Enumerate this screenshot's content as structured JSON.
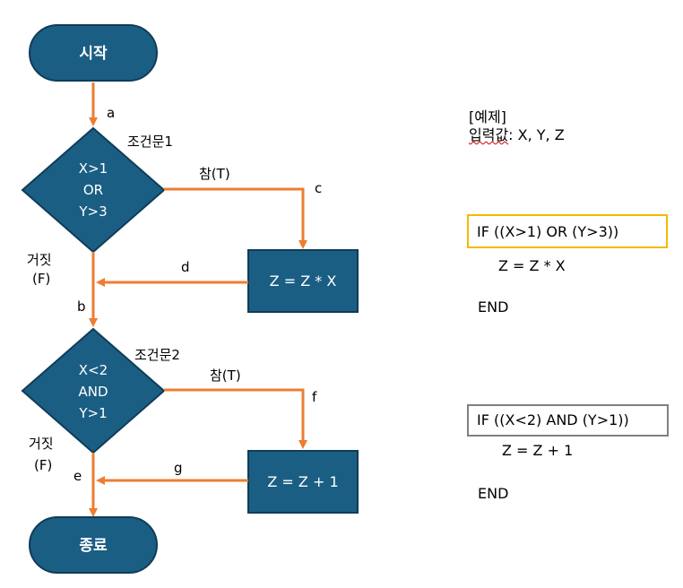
{
  "flowchart": {
    "start": "시작",
    "end": "종료",
    "decision1": {
      "title": "조건문1",
      "lines": [
        "X>1",
        "OR",
        "Y>3"
      ]
    },
    "decision2": {
      "title": "조건문2",
      "lines": [
        "X<2",
        "AND",
        "Y>1"
      ]
    },
    "process1": "Z = Z * X",
    "process2": "Z = Z + 1",
    "true_label": "참(T)",
    "false_label_line1": "거짓",
    "false_label_line2": "(F)",
    "edges": {
      "a": "a",
      "b": "b",
      "c": "c",
      "d": "d",
      "e": "e",
      "f": "f",
      "g": "g"
    }
  },
  "example": {
    "title": "[예제]",
    "input_label": "입력값",
    "input_values": ": X, Y, Z",
    "block1": {
      "condition": "IF ((X>1) OR (Y>3))",
      "statement": "Z = Z * X",
      "end": "END"
    },
    "block2": {
      "condition": "IF ((X<2) AND (Y>1))",
      "statement": "Z = Z + 1",
      "end": "END"
    }
  },
  "colors": {
    "shape_fill": "#1b5e84",
    "shape_stroke": "#0f3c58",
    "arrow": "#ed7d31",
    "box1_border": "#f5b800",
    "box2_border": "#808080"
  }
}
